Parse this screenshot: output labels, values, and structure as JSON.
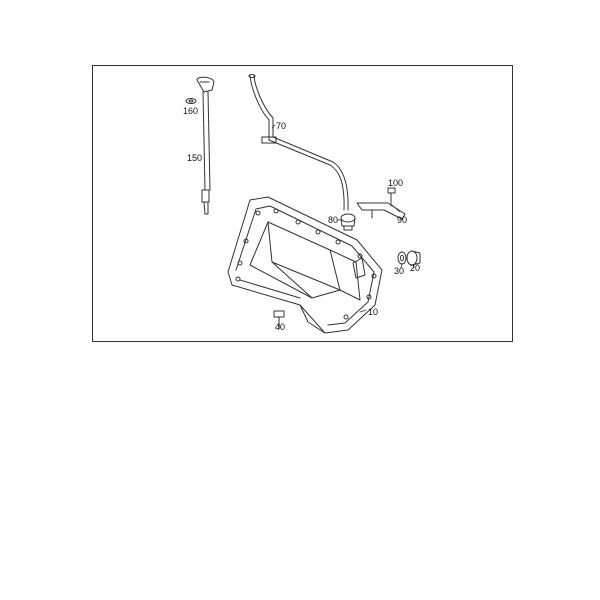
{
  "diagram": {
    "callouts": {
      "c10": "10",
      "c20": "20",
      "c30": "30",
      "c40": "40",
      "c70": "70",
      "c80": "80",
      "c90": "90",
      "c100": "100",
      "c150": "150",
      "c160": "160"
    },
    "colors": {
      "line": "#333333",
      "frame": "#333333",
      "background": "#ffffff"
    }
  }
}
